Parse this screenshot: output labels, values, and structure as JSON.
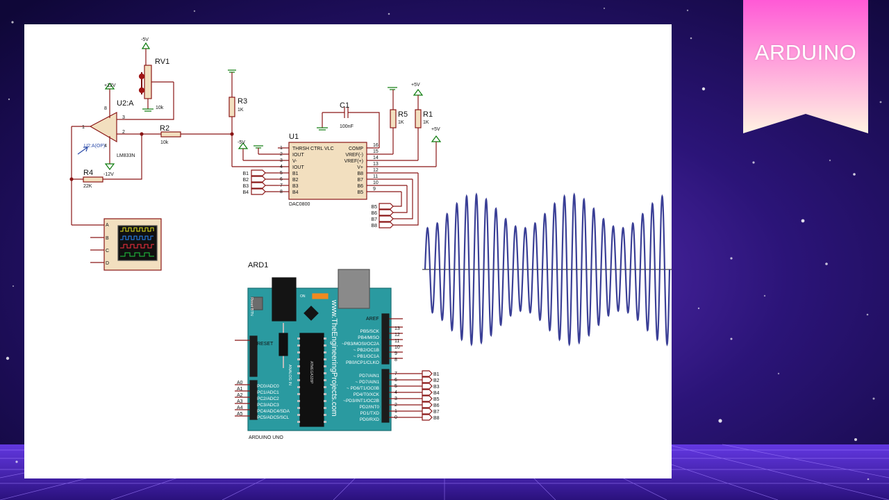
{
  "banner": {
    "text": "ARDUINO"
  },
  "colors": {
    "background": "#1a0c4a",
    "banner_top": "#ff5ad6",
    "banner_bottom": "#fff3e2",
    "wire": "#8a1616",
    "arduino_board": "#2a9aa0",
    "waveform": "#3a3f96"
  },
  "schematic": {
    "rv1": {
      "ref": "RV1",
      "value": "10k",
      "supply": "-5V"
    },
    "opamp": {
      "ref": "U2:A",
      "part": "LM833N",
      "vpos": "+12V",
      "vneg": "-12V",
      "probe": "U2:A(OP)",
      "pins": [
        "1",
        "2",
        "3",
        "8",
        "4"
      ]
    },
    "r2": {
      "ref": "R2",
      "value": "10k"
    },
    "r3": {
      "ref": "R3",
      "value": "1K"
    },
    "r4": {
      "ref": "R4",
      "value": "22K"
    },
    "r5": {
      "ref": "R5",
      "value": "1K"
    },
    "r1": {
      "ref": "R1",
      "value": "1K"
    },
    "c1": {
      "ref": "C1",
      "value": "100nF"
    },
    "supplies": {
      "vee": "-5V",
      "vcc1": "+5V",
      "vcc2": "+5V"
    },
    "dac": {
      "ref": "U1",
      "part": "DAC0800",
      "left_pins": [
        {
          "num": "1",
          "name": "THRSH CTRL VLC"
        },
        {
          "num": "2",
          "name": "IOUT"
        },
        {
          "num": "3",
          "name": "V-"
        },
        {
          "num": "4",
          "name": "IOUT"
        },
        {
          "num": "5",
          "name": "B1"
        },
        {
          "num": "6",
          "name": "B2"
        },
        {
          "num": "7",
          "name": "B3"
        },
        {
          "num": "8",
          "name": "B4"
        }
      ],
      "right_pins": [
        {
          "num": "16",
          "name": "COMP"
        },
        {
          "num": "15",
          "name": "VREF(-)"
        },
        {
          "num": "14",
          "name": "VREF(+)"
        },
        {
          "num": "13",
          "name": "V+"
        },
        {
          "num": "12",
          "name": "B8"
        },
        {
          "num": "11",
          "name": "B7"
        },
        {
          "num": "10",
          "name": "B6"
        },
        {
          "num": "9",
          "name": "B5"
        }
      ],
      "left_inputs": [
        "B1",
        "B2",
        "B3",
        "B4"
      ],
      "lower_inputs": [
        "B5",
        "B6",
        "B7",
        "B8"
      ]
    },
    "scope": {
      "channels": [
        "A",
        "B",
        "C",
        "D"
      ]
    },
    "arduino": {
      "ref": "ARD1",
      "part": "ARDUINO UNO",
      "site": "www.TheEngineeringProjects.com",
      "reset_btn": "Reset BTN",
      "on": "ON",
      "chip": "ATMEGA328P",
      "analog_in": "ANALOG IN",
      "reset": "RESET",
      "aref": "AREF",
      "top_pins": [
        {
          "num": "13",
          "name": "PB5/SCK"
        },
        {
          "num": "12",
          "name": "PB4/MISO"
        },
        {
          "num": "11",
          "name": "~PB3/MOSI/OC2A"
        },
        {
          "num": "10",
          "name": "~ PB2/OC1B"
        },
        {
          "num": "9",
          "name": "~ PB1/OC1A"
        },
        {
          "num": "8",
          "name": "PB0/ICP1/CLKO"
        }
      ],
      "bottom_pins": [
        {
          "num": "7",
          "name": "PD7/AIN1",
          "out": "B1"
        },
        {
          "num": "6",
          "name": "~ PD7/AIN1",
          "out": "B2"
        },
        {
          "num": "5",
          "name": "~ PD6/T1/OC0B",
          "out": "B3"
        },
        {
          "num": "4",
          "name": "PD4/T0/XCK",
          "out": "B4"
        },
        {
          "num": "3",
          "name": "~PD3/INT1/OC2B",
          "out": "B5"
        },
        {
          "num": "2",
          "name": "PD2/INT0",
          "out": "B6"
        },
        {
          "num": "1",
          "name": "PD1/TXD",
          "out": "B7"
        },
        {
          "num": "0",
          "name": "PD0/RXD",
          "out": "B8"
        }
      ],
      "analog_pins": [
        {
          "label": "A0",
          "name": "PC0/ADC0"
        },
        {
          "label": "A1",
          "name": "PC1/ADC1"
        },
        {
          "label": "A2",
          "name": "PC2/ADC2"
        },
        {
          "label": "A3",
          "name": "PC3/ADC3"
        },
        {
          "label": "A4",
          "name": "PC4/ADC4/SDA"
        },
        {
          "label": "A5",
          "name": "PC5/ADC5/SCL"
        }
      ]
    },
    "waveform": {
      "cycles": 25,
      "peak_min": 0.55,
      "peak_max": 1.0,
      "envelope_periods": 2.5
    }
  }
}
